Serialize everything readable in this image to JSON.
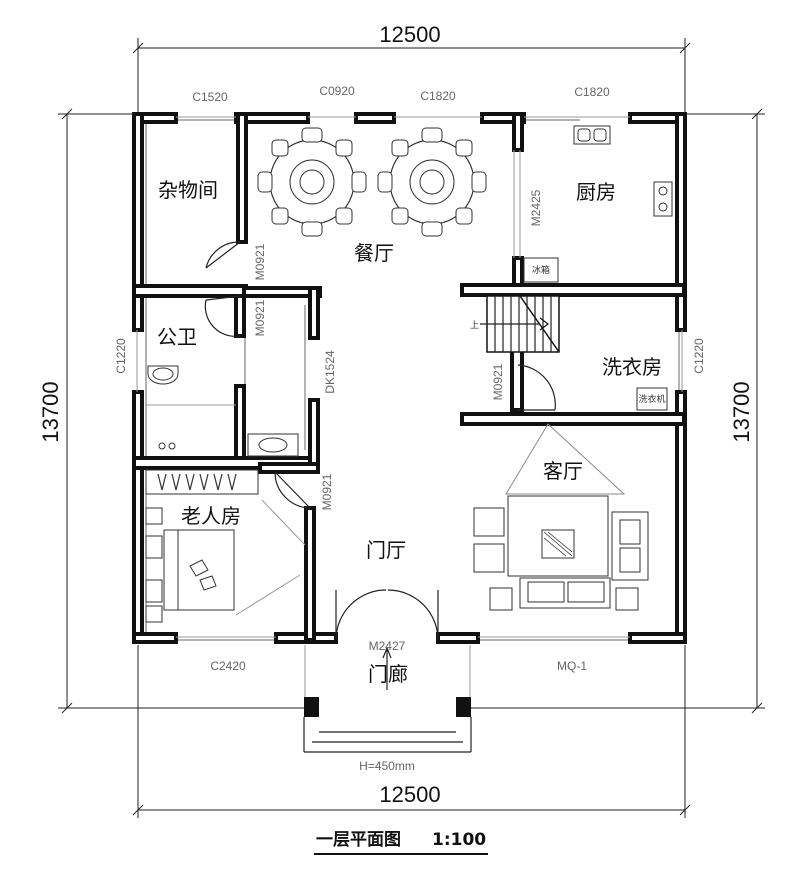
{
  "dimensions": {
    "top_width": "12500",
    "bottom_width": "12500",
    "left_height": "13700",
    "right_height": "13700"
  },
  "rooms": {
    "storage": "杂物间",
    "dining": "餐厅",
    "kitchen": "厨房",
    "bathroom": "公卫",
    "laundry": "洗衣房",
    "living": "客厅",
    "elderly_room": "老人房",
    "foyer": "门厅",
    "porch": "门廊"
  },
  "codes": {
    "c1520": "C1520",
    "c0920": "C0920",
    "c1820_a": "C1820",
    "c1820_b": "C1820",
    "m0921_storage": "M0921",
    "m0921_bath": "M0921",
    "m0921_laundry": "M0921",
    "m0921_elderly": "M0921",
    "m2425": "M2425",
    "dk1524": "DK1524",
    "c1220_left": "C1220",
    "c1220_right": "C1220",
    "c2420": "C2420",
    "m2427": "M2427",
    "mq1": "MQ-1"
  },
  "labels": {
    "fridge": "冰箱",
    "stair_up": "上",
    "washer": "洗衣机",
    "step_height": "H=450mm"
  },
  "title": {
    "main": "一层平面图",
    "scale": "1:100"
  }
}
